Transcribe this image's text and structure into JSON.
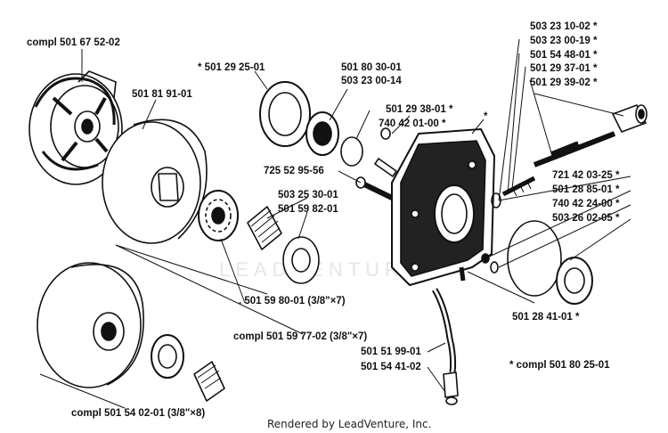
{
  "labels": {
    "compl_67": "compl 501 67 52-02",
    "p_818": "501 81 91-01",
    "p_2925": "* 501 29 25-01",
    "p_8030": "501 80 30-01",
    "p_2300_14": "503 23 00-14",
    "p_2938": "501 29 38-01 *",
    "p_74042": "740 42 01-00 *",
    "p_star": "*",
    "p_72552": "725 52 95-56",
    "p_2530": "503 25 30-01",
    "p_5982": "501 59 82-01",
    "p_5980": ". 501 59 80-01 (3/8\"×7)",
    "compl_5977": "compl 501 59 77-02 (3/8\"×7)",
    "compl_5402": "compl 501 54 02-01 (3/8\"×8)",
    "p_2310": "503 23 10-02 *",
    "p_2300_19": "503 23 00-19 *",
    "p_5448": "501 54 48-01 *",
    "p_2937": "501 29 37-01 *",
    "p_2939": "501 29 39-02 *",
    "p_7214": "721 42 03-25 *",
    "p_2885": "501 28 85-01 *",
    "p_74024": "740 42 24-00 *",
    "p_2602": "503 26 02-05 *",
    "p_2841": "501 28 41-01 *",
    "p_5199": "501 51 99-01",
    "p_5441": "501 54 41-02",
    "compl_8025": "* compl 501 80 25-01"
  },
  "watermark": "LEADVENTURE",
  "footer": "Rendered by LeadVenture, Inc."
}
